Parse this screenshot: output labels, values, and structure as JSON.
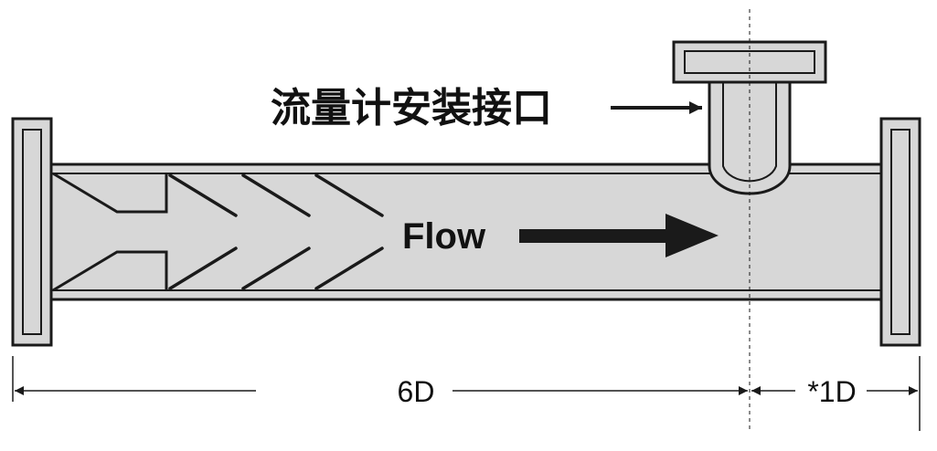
{
  "diagram": {
    "port_label": "流量计安装接口",
    "flow_label": "Flow",
    "upstream_dimension": "6D",
    "downstream_dimension": "*1D"
  },
  "colors": {
    "pipe_fill": "#d7d7d7",
    "line": "#1a1a1a",
    "background": "#ffffff"
  }
}
